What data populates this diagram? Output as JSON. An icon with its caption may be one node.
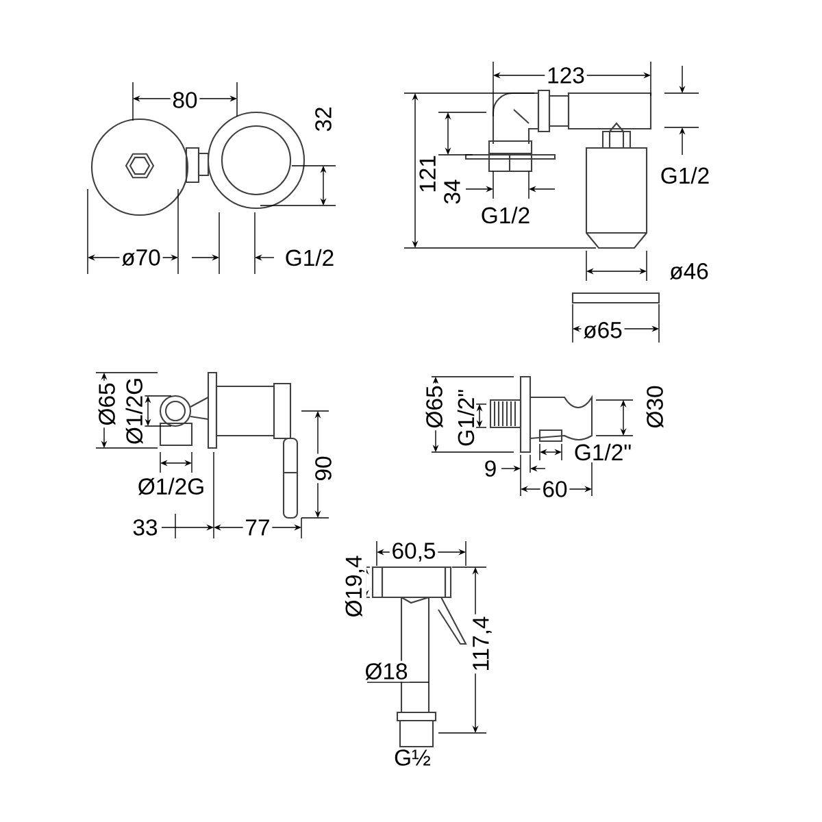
{
  "diagram": {
    "labels": [
      "80",
      "32",
      "ø70",
      "G1/2",
      "123",
      "121",
      "34",
      "G1/2",
      "G1/2",
      "ø46",
      "ø65",
      "Ø65",
      "Ø1/2G",
      "Ø1/2G",
      "90",
      "33",
      "77",
      "Ø65",
      "G1/2\"",
      "Ø30",
      "G1/2\"",
      "9",
      "60",
      "60,5",
      "Ø19,4",
      "Ø18",
      "117,4",
      "G½"
    ]
  }
}
